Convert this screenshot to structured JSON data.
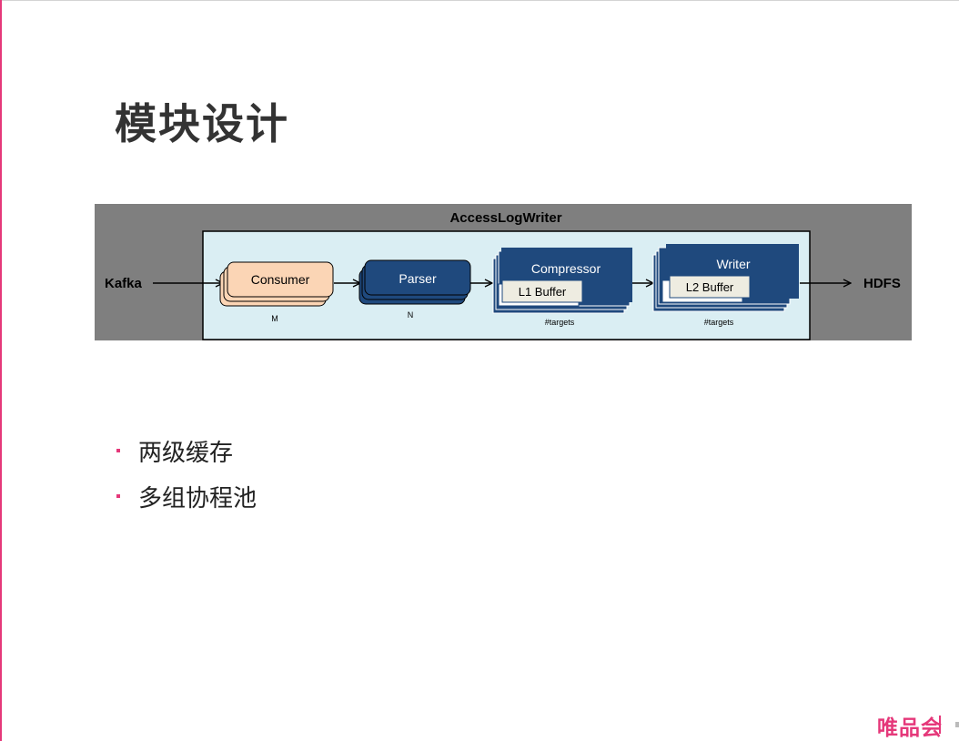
{
  "slide": {
    "title": "模块设计",
    "bullets": [
      "两级缓存",
      "多组协程池"
    ],
    "brand": "唯品会"
  },
  "diagram": {
    "container_label": "AccessLogWriter",
    "source_label": "Kafka",
    "sink_label": "HDFS",
    "stages": [
      {
        "label": "Consumer",
        "count_label": "M"
      },
      {
        "label": "Parser",
        "count_label": "N"
      },
      {
        "label": "Compressor",
        "buffer_label": "L1 Buffer",
        "count_label": "#targets"
      },
      {
        "label": "Writer",
        "buffer_label": "L2 Buffer",
        "count_label": "#targets"
      }
    ]
  },
  "colors": {
    "accent": "#e5387a",
    "outer_box": "#7f7f7f",
    "inner_box": "#daeef3",
    "consumer_fill": "#fbd5b5",
    "stage_fill": "#1f497d",
    "buffer_fill": "#eeece1"
  }
}
